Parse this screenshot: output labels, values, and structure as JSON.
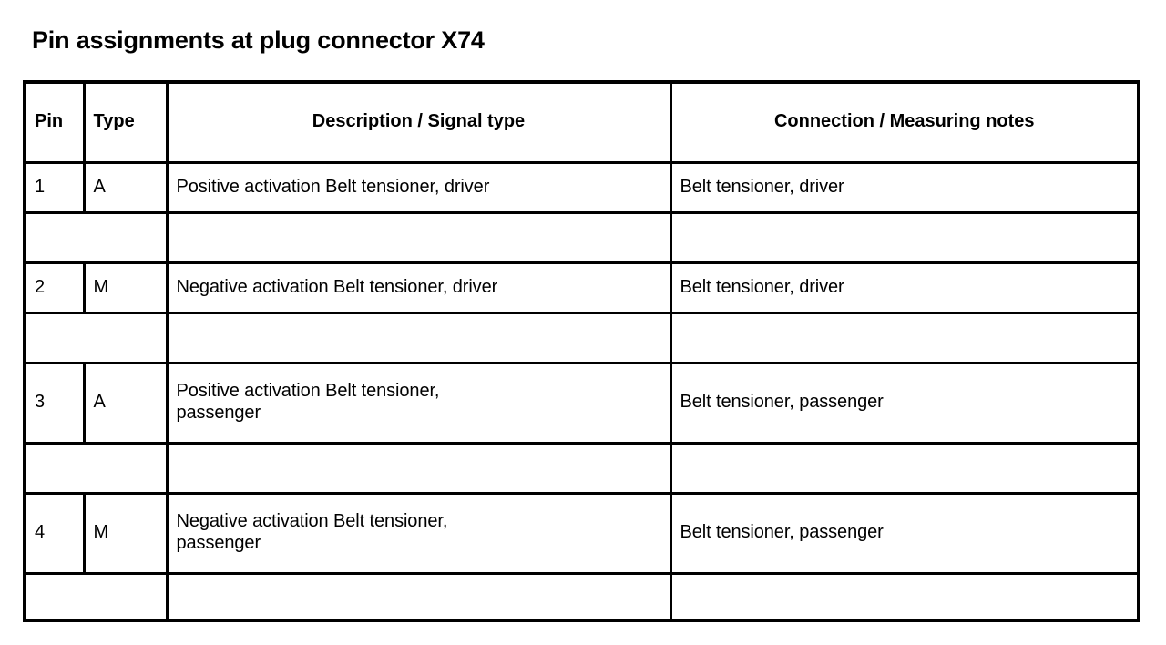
{
  "title": "Pin assignments at plug connector X74",
  "table": {
    "headers": {
      "pin": "Pin",
      "type": "Type",
      "description": "Description / Signal type",
      "connection_line1": "Connection /",
      "connection_line2": "Measuring notes"
    },
    "rows": [
      {
        "kind": "data",
        "pin": "1",
        "type": "A",
        "description_lines": [
          "Positive activation Belt tensioner, driver"
        ],
        "connection_lines": [
          "Belt tensioner, driver"
        ]
      },
      {
        "kind": "spacer",
        "pin": "",
        "type": "",
        "description_lines": [
          ""
        ],
        "connection_lines": [
          ""
        ]
      },
      {
        "kind": "data",
        "pin": "2",
        "type": "M",
        "description_lines": [
          "Negative activation Belt tensioner, driver"
        ],
        "connection_lines": [
          "Belt tensioner, driver"
        ]
      },
      {
        "kind": "spacer",
        "pin": "",
        "type": "",
        "description_lines": [
          ""
        ],
        "connection_lines": [
          ""
        ]
      },
      {
        "kind": "data",
        "pin": "3",
        "type": "A",
        "description_lines": [
          "Positive activation Belt tensioner,",
          "passenger"
        ],
        "connection_lines": [
          "Belt tensioner, passenger"
        ]
      },
      {
        "kind": "spacer",
        "pin": "",
        "type": "",
        "description_lines": [
          ""
        ],
        "connection_lines": [
          ""
        ]
      },
      {
        "kind": "data",
        "pin": "4",
        "type": "M",
        "description_lines": [
          "Negative activation Belt tensioner,",
          "passenger"
        ],
        "connection_lines": [
          "Belt tensioner, passenger"
        ]
      },
      {
        "kind": "spacer",
        "pin": "",
        "type": "",
        "description_lines": [
          ""
        ],
        "connection_lines": [
          ""
        ]
      }
    ]
  },
  "colors": {
    "background": "#ffffff",
    "text": "#000000",
    "border": "#000000"
  }
}
